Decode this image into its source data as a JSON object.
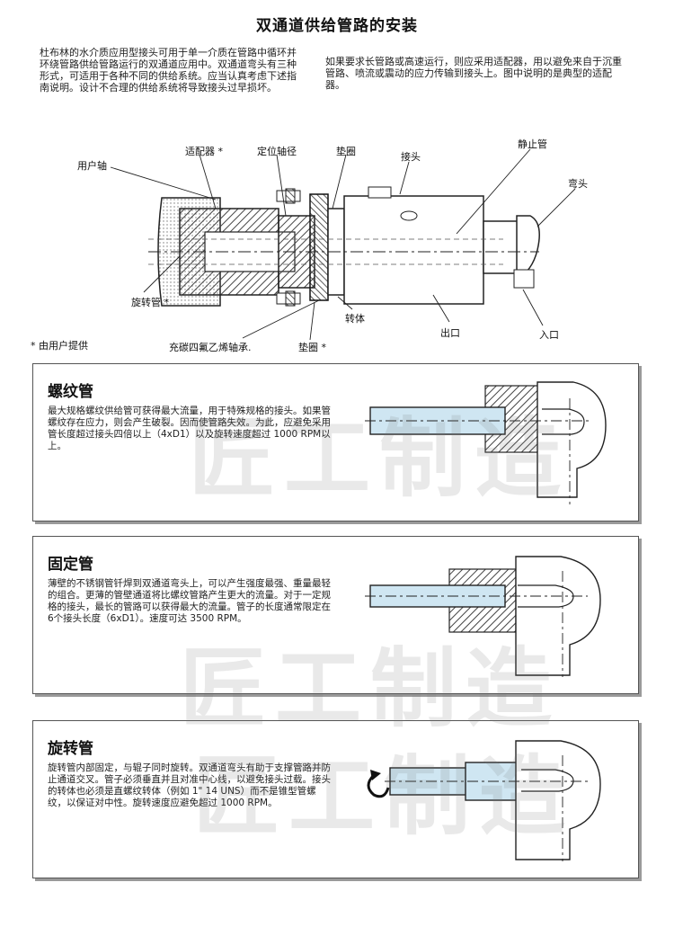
{
  "title": "双通道供给管路的安装",
  "intro_left": "杜布林的水介质应用型接头可用于单一介质在管路中循环并环绕管路供给管路运行的双通道应用中。双通道弯头有三种形式，可适用于各种不同的供给系统。应当认真考虑下述指南说明。设计不合理的供给系统将导致接头过早损坏。",
  "intro_right": "如果要求长管路或高速运行，则应采用适配器，用以避免来自于沉重管路、喷流或震动的应力传输到接头上。图中说明的是典型的适配器。",
  "diagram_labels": {
    "user_shaft": "用户轴",
    "adapter": "适配器 *",
    "positioning_shaft": "定位轴径",
    "gasket_top": "垫圈",
    "joint": "接头",
    "static_pipe": "静止管",
    "elbow": "弯头",
    "rotating_pipe": "旋转管 *",
    "swivel_body": "转体",
    "outlet": "出口",
    "inlet": "入口",
    "user_supplied": "* 由用户提供",
    "ptfe_bearing": "充碳四氟乙烯轴承.",
    "gasket_bottom": "垫圈 *"
  },
  "panels": [
    {
      "title": "螺纹管",
      "text": "最大规格螺纹供给管可获得最大流量，用于特殊规格的接头。如果管螺纹存在应力，则会产生破裂。因而使管路失效。为此，应避免采用管长度超过接头四倍以上（4xD1）以及旋转速度超过 1000 RPM以上。"
    },
    {
      "title": "固定管",
      "text": "薄壁的不锈钢管钎焊到双通道弯头上，可以产生强度最强、重量最轻的组合。更薄的管壁通道将比螺纹管路产生更大的流量。对于一定规格的接头，最长的管路可以获得最大的流量。管子的长度通常限定在 6个接头长度（6xD1）。速度可达 3500 RPM。"
    },
    {
      "title": "旋转管",
      "text": "旋转管内部固定，与辊子同时旋转。双通道弯头有助于支撑管路并防止通道交叉。管子必须垂直并且对准中心线，以避免接头过载。接头的转体也必须是直螺纹转体（例如 1\" 14 UNS）而不是锥型管螺纹，以保证对中性。旋转速度应避免超过 1000 RPM。"
    }
  ],
  "watermark": "匠工制造",
  "colors": {
    "pipe_fill": "#cfe6f2",
    "hatch": "#444444",
    "outline": "#222222"
  }
}
